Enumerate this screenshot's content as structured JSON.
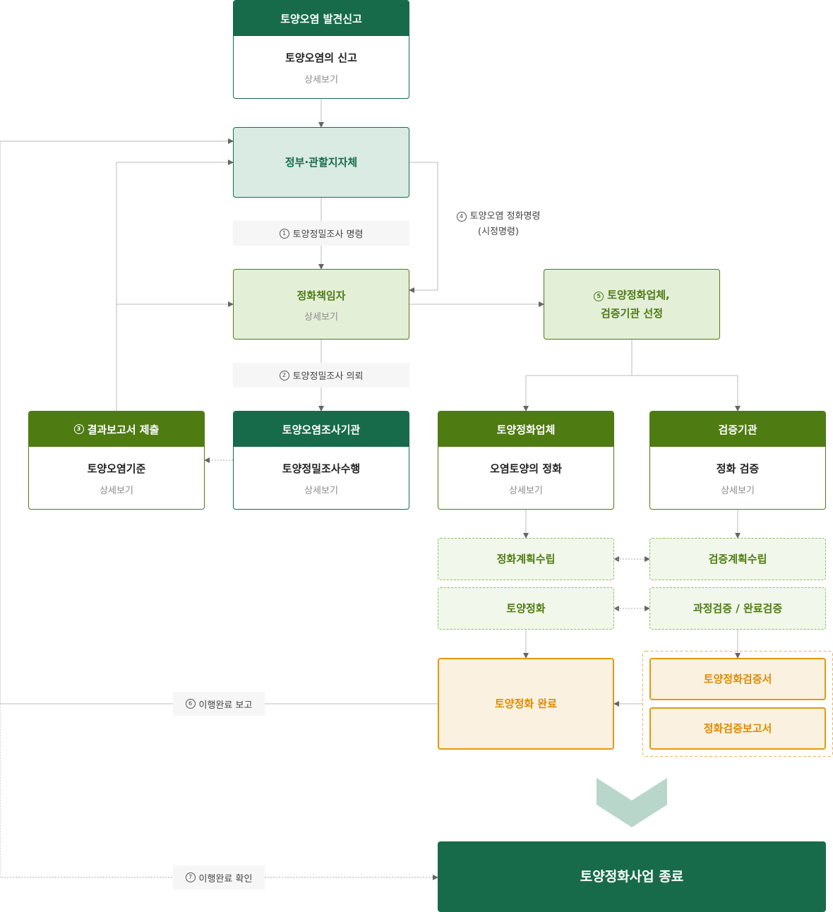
{
  "report": {
    "header": "토양오염 발견신고",
    "title": "토양오염의 신고",
    "detail": "상세보기"
  },
  "gov": {
    "title": "정부·관할지자체"
  },
  "step1": {
    "num": "1",
    "label": "토양정밀조사 명령"
  },
  "step4": {
    "num": "4",
    "line1": "토양오염 정화명령",
    "line2": "(시정명령)"
  },
  "responsible": {
    "title": "정화책임자",
    "detail": "상세보기"
  },
  "step5": {
    "num": "5",
    "line1": "토양정화업체,",
    "line2": "검증기관 선정"
  },
  "step2": {
    "num": "2",
    "label": "토양정밀조사 의뢰"
  },
  "result": {
    "num": "3",
    "header": "결과보고서 제출",
    "title": "토양오염기준",
    "detail": "상세보기"
  },
  "survey": {
    "header": "토양오염조사기관",
    "title": "토양정밀조사수행",
    "detail": "상세보기"
  },
  "company": {
    "header": "토양정화업체",
    "title": "오염토양의 정화",
    "detail": "상세보기"
  },
  "verifier": {
    "header": "검증기관",
    "title": "정화 검증",
    "detail": "상세보기"
  },
  "plan": {
    "left": "정화계획수립",
    "right": "검증계획수립"
  },
  "process": {
    "left": "토양정화",
    "right": "과정검증 / 완료검증"
  },
  "complete": {
    "title": "토양정화 완료"
  },
  "docs": {
    "cert": "토양정화검증서",
    "report": "정화검증보고서"
  },
  "step6": {
    "num": "6",
    "label": "이행완료 보고"
  },
  "step7": {
    "num": "7",
    "label": "이행완료 확인"
  },
  "final": {
    "title": "토양정화사업 종료"
  },
  "colors": {
    "dark_green": "#176b4a",
    "olive": "#4e7b12",
    "orange": "#e3980f",
    "teal_bg": "#d9ebe3",
    "chevron": "#b9d6cb"
  }
}
